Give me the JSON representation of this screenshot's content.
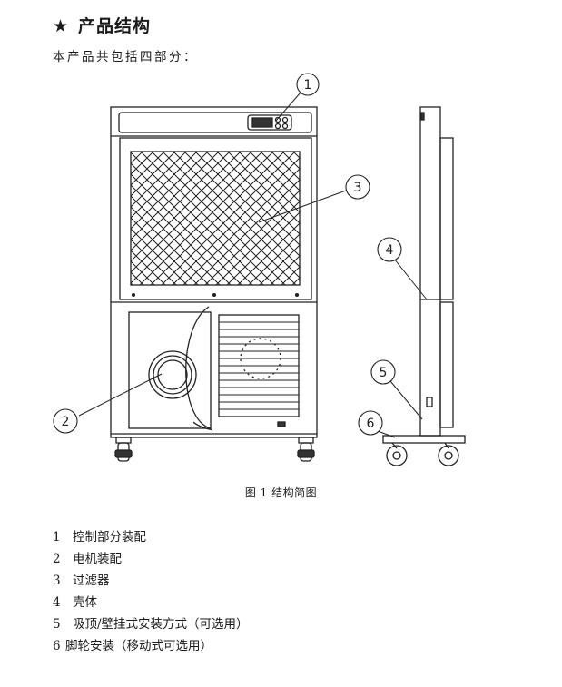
{
  "section": {
    "star": "★",
    "title": "产品结构",
    "intro": "本产品共包括四部分："
  },
  "figure": {
    "callouts": [
      "1",
      "2",
      "3",
      "4",
      "5",
      "6"
    ],
    "caption": "图 1  结构简图"
  },
  "parts": [
    {
      "num": "1",
      "label": "控制部分装配"
    },
    {
      "num": "2",
      "label": "电机装配"
    },
    {
      "num": "3",
      "label": "过滤器"
    },
    {
      "num": "4",
      "label": "壳体"
    },
    {
      "num": "5",
      "label": "吸顶/壁挂式安装方式（可选用）"
    },
    {
      "num": "6",
      "label": "脚轮安装（移动式可选用）"
    }
  ]
}
